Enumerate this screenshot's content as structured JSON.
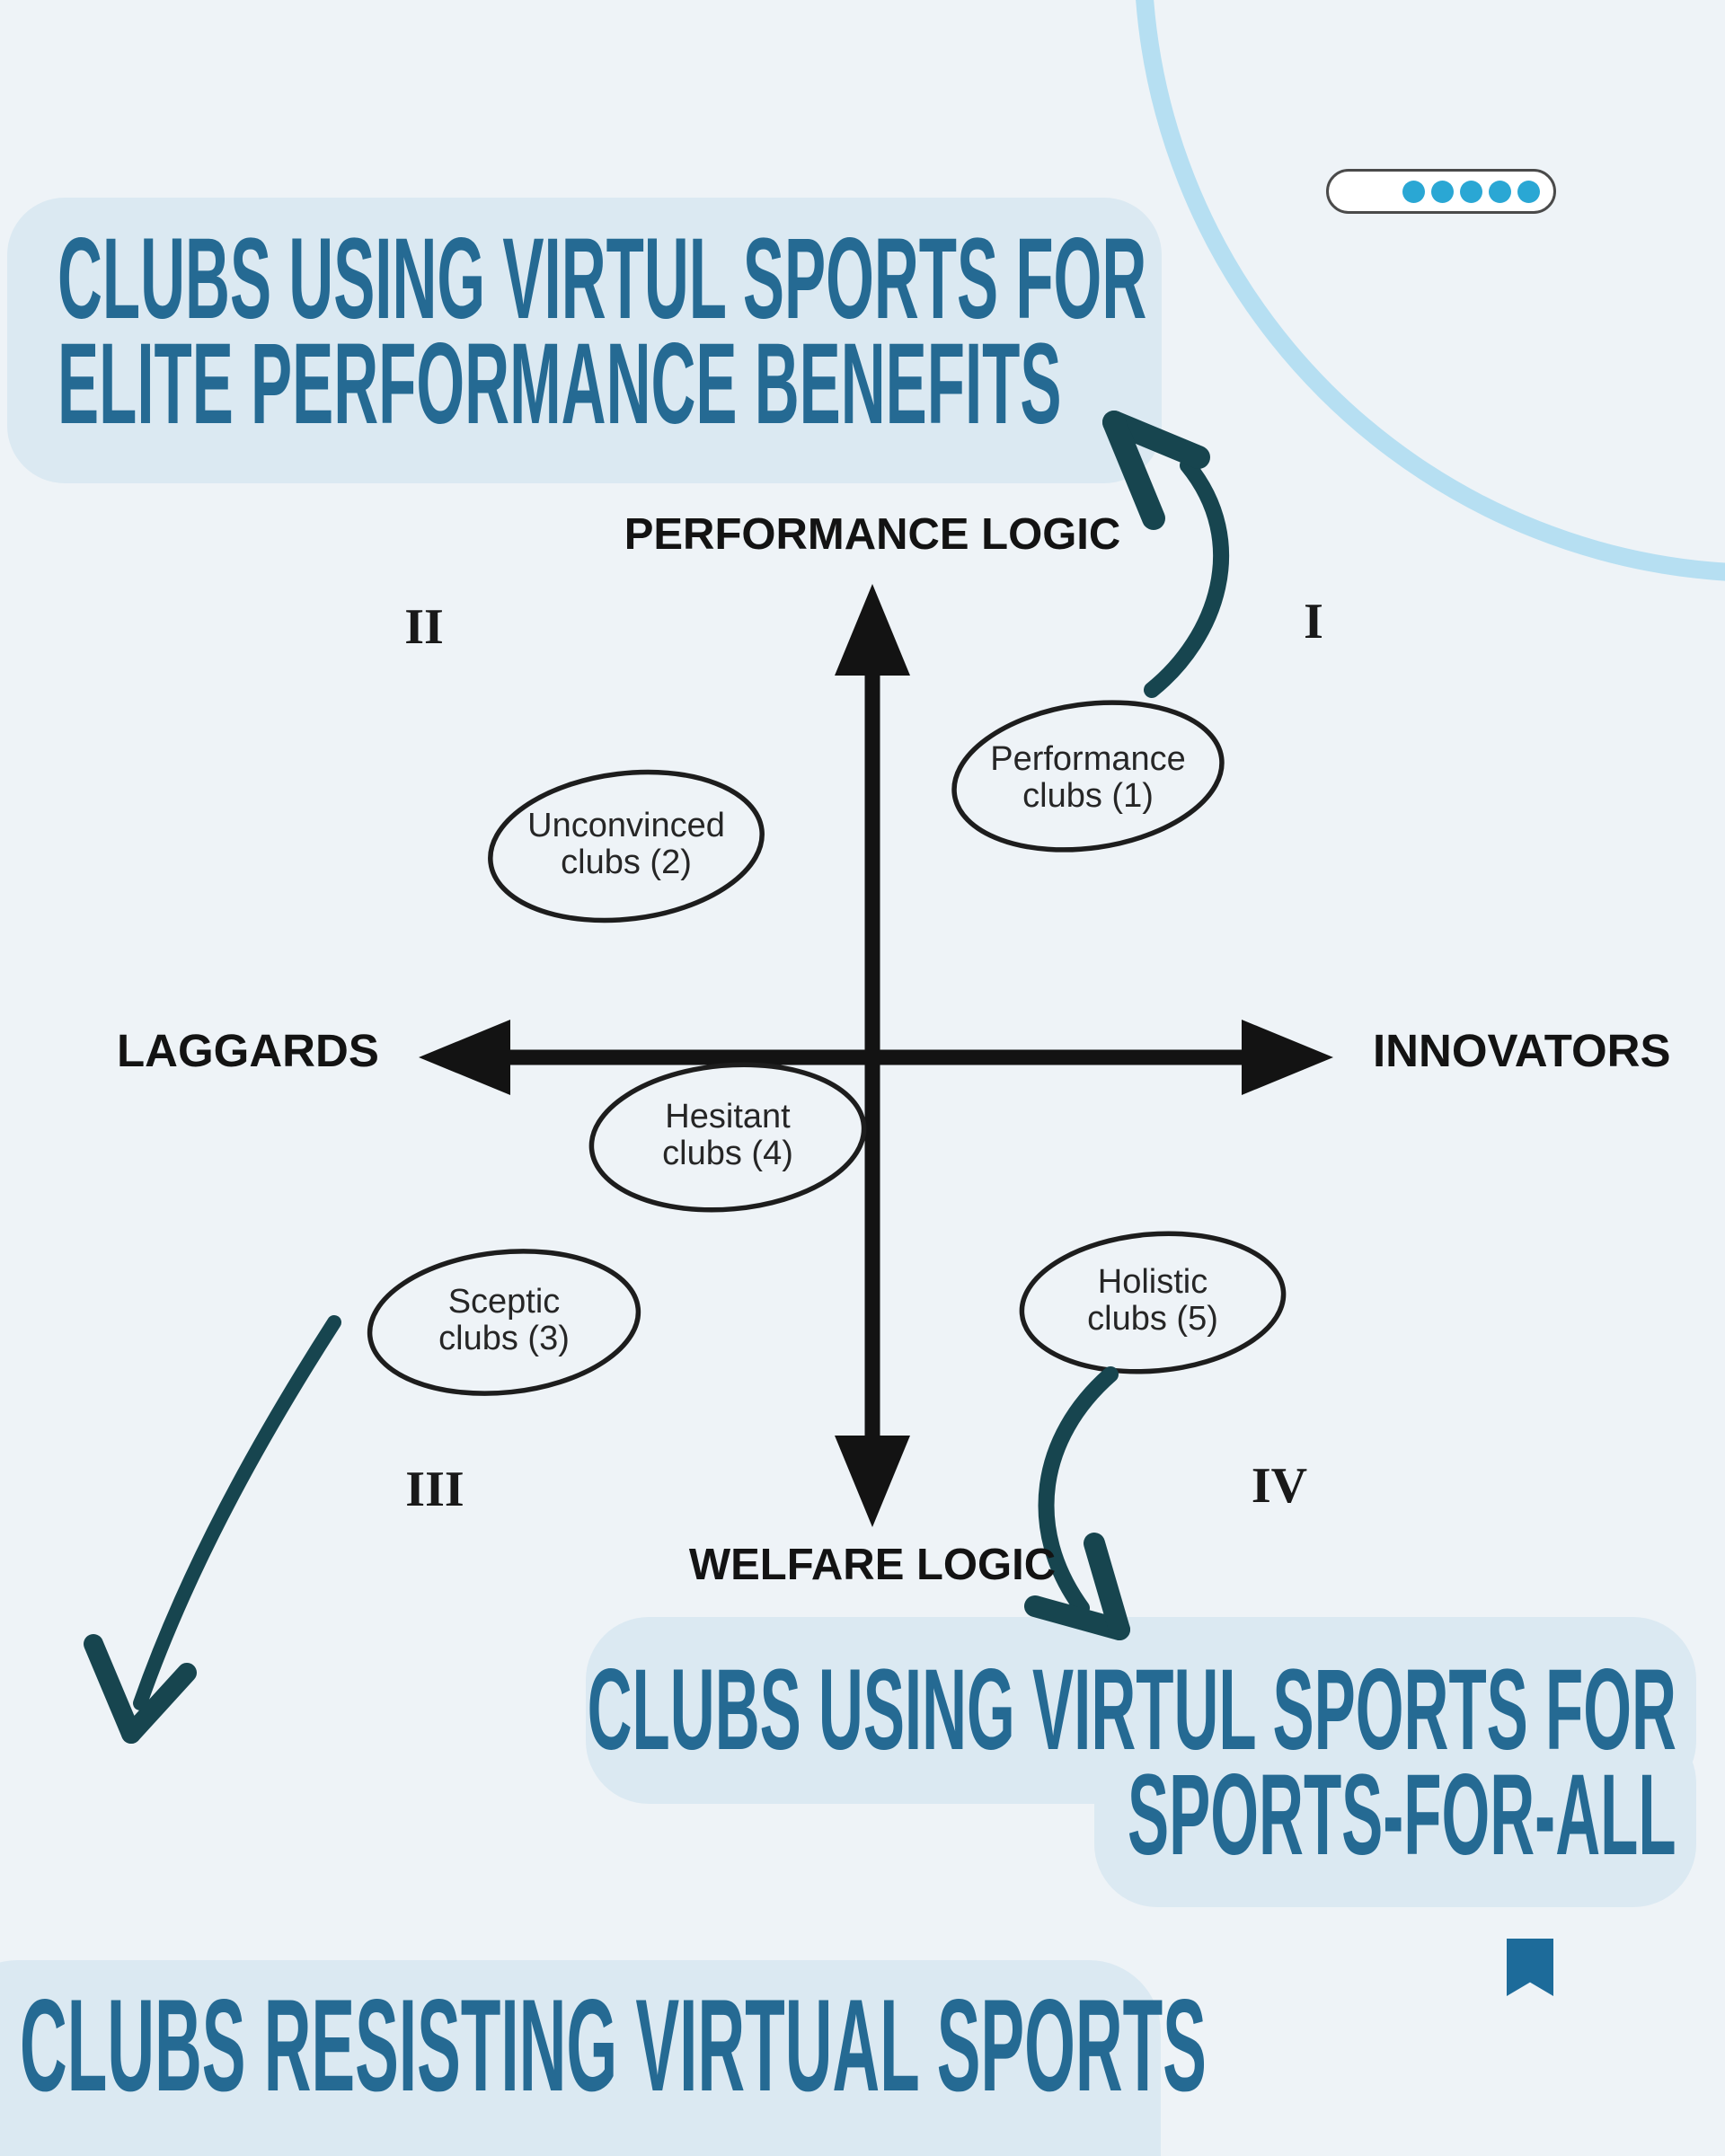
{
  "canvas": {
    "bg_color": "#eef3f7",
    "panel_color": "#dbe9f2",
    "title_color": "#256a93",
    "axis_color": "#131313",
    "teal_arrow_color": "#17454f",
    "dot_color": "#2aa7d4",
    "arc_color": "#b6dff2",
    "bookmark_color": "#1d6b9a"
  },
  "callouts": {
    "top_left": {
      "line1": "CLUBS USING VIRTUL SPORTS FOR",
      "line2": "ELITE PERFORMANCE BENEFITS"
    },
    "bottom_right": {
      "line1": "CLUBS USING VIRTUL SPORTS FOR",
      "line2": "SPORTS-FOR-ALL"
    },
    "bottom_left": {
      "line1": "CLUBS RESISTING VIRTUAL SPORTS"
    }
  },
  "matrix": {
    "axis_top": "PERFORMANCE LOGIC",
    "axis_bottom": "WELFARE LOGIC",
    "axis_left": "LAGGARDS",
    "axis_right": "INNOVATORS",
    "quadrants": [
      {
        "numeral": "I"
      },
      {
        "numeral": "II"
      },
      {
        "numeral": "III"
      },
      {
        "numeral": "IV"
      }
    ],
    "clusters": [
      {
        "line1": "Performance",
        "line2": "clubs (1)"
      },
      {
        "line1": "Unconvinced",
        "line2": "clubs (2)"
      },
      {
        "line1": "Hesitant",
        "line2": "clubs (4)"
      },
      {
        "line1": "Sceptic",
        "line2": "clubs (3)"
      },
      {
        "line1": "Holistic",
        "line2": "clubs (5)"
      }
    ]
  },
  "progress": {
    "dots_total": "5"
  }
}
